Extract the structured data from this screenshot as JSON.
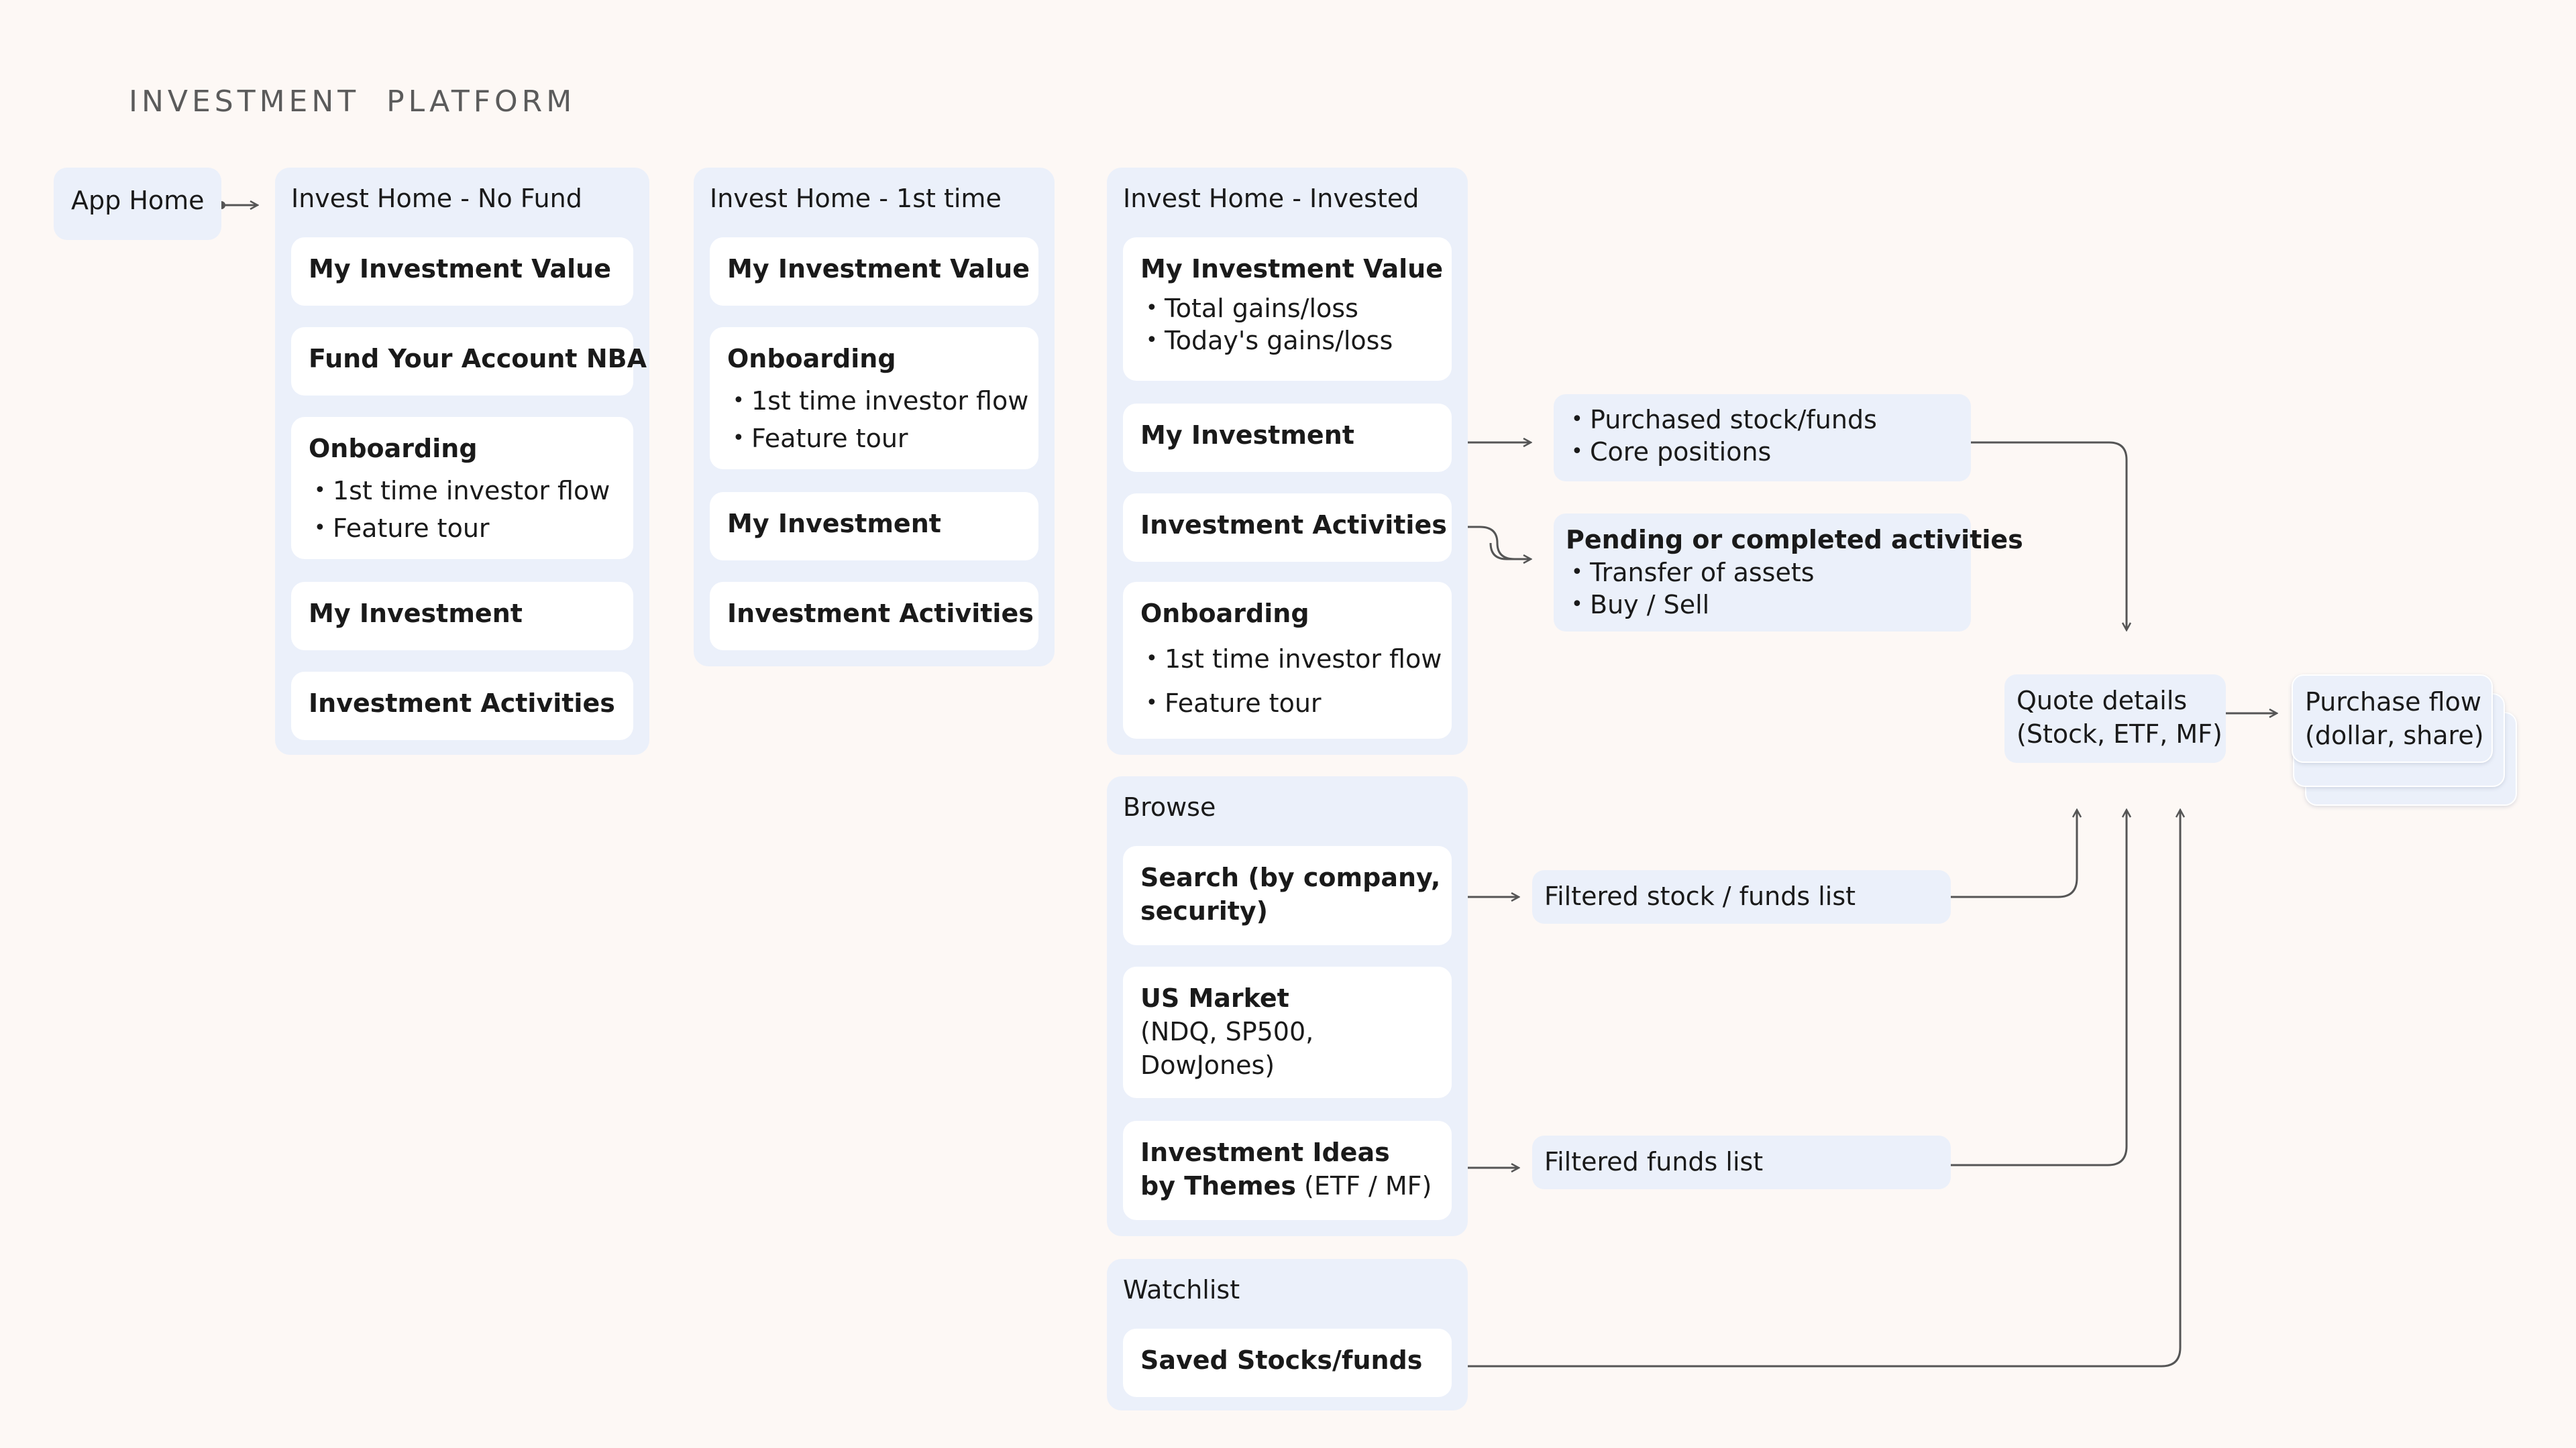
{
  "title": "INVESTMENT  PLATFORM",
  "app_home": {
    "label": "App Home"
  },
  "no_fund": {
    "title": "Invest Home - No Fund",
    "cards": [
      {
        "title": "My Investment Value"
      },
      {
        "title": "Fund Your Account NBA"
      },
      {
        "title": "Onboarding",
        "bullets": [
          "1st time investor flow",
          "Feature tour"
        ]
      },
      {
        "title": "My Investment"
      },
      {
        "title": "Investment Activities"
      }
    ]
  },
  "first_time": {
    "title": "Invest Home - 1st time",
    "cards": [
      {
        "title": "My Investment Value"
      },
      {
        "title": "Onboarding",
        "bullets": [
          "1st time investor flow",
          "Feature tour"
        ]
      },
      {
        "title": "My Investment"
      },
      {
        "title": "Investment Activities"
      }
    ]
  },
  "invested": {
    "title": "Invest Home - Invested",
    "cards": [
      {
        "title": "My Investment Value",
        "bullets": [
          "Total gains/loss",
          "Today's gains/loss"
        ]
      },
      {
        "title": "My Investment"
      },
      {
        "title": "Investment Activities"
      },
      {
        "title": "Onboarding",
        "bullets": [
          "1st time investor flow",
          "Feature tour"
        ]
      }
    ]
  },
  "browse": {
    "title": "Browse",
    "search": {
      "line1": "Search (by company,",
      "line2": "security)"
    },
    "us_market": {
      "title": "US Market",
      "lines": [
        "(NDQ, SP500,",
        "DowJones)"
      ]
    },
    "ideas": {
      "line1": "Investment Ideas",
      "line2_bold": "by Themes",
      "line2_normal": " (ETF / MF)"
    }
  },
  "watchlist": {
    "title": "Watchlist",
    "saved": "Saved Stocks/funds"
  },
  "holdings_note": {
    "bullets": [
      "Purchased stock/funds",
      "Core positions"
    ]
  },
  "activities_note": {
    "title": "Pending or completed activities",
    "bullets": [
      "Transfer of assets",
      "Buy / Sell"
    ]
  },
  "filtered_stock": "Filtered stock / funds list",
  "filtered_funds": "Filtered funds list",
  "quote": {
    "line1": "Quote details",
    "line2": "(Stock, ETF,  MF)"
  },
  "purchase": {
    "line1": "Purchase flow",
    "line2": "(dollar, share)"
  },
  "colors": {
    "background": "#fdf8f5",
    "panel": "#ebf0fa",
    "card": "#ffffff",
    "connector": "#555555"
  }
}
